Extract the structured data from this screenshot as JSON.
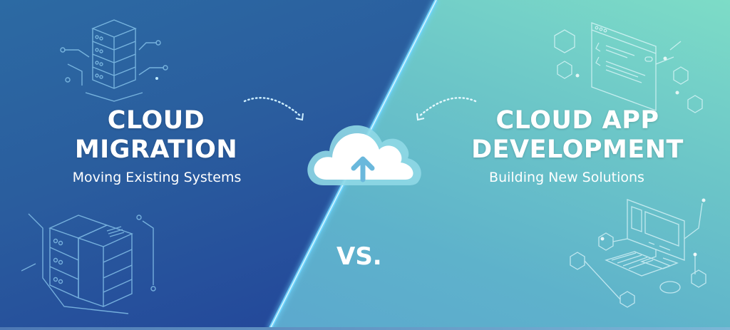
{
  "left": {
    "title_line1": "CLOUD",
    "title_line2": "MIGRATION",
    "subtitle": "Moving Existing Systems",
    "icons": [
      "server-stack-icon",
      "server-rack-icon"
    ]
  },
  "center": {
    "icon": "cloud-upload-icon",
    "separator": "VS."
  },
  "right": {
    "title_line1": "CLOUD APP",
    "title_line2": "DEVELOPMENT",
    "subtitle": "Building New Solutions",
    "icons": [
      "code-window-icon",
      "desktop-computer-icon"
    ]
  },
  "colors": {
    "left_bg": "#2a5d9e",
    "right_bg": "#6cc6c8",
    "divider_glow": "#5fd0ff",
    "text": "#ffffff",
    "line_art": "#8fd0f0"
  }
}
